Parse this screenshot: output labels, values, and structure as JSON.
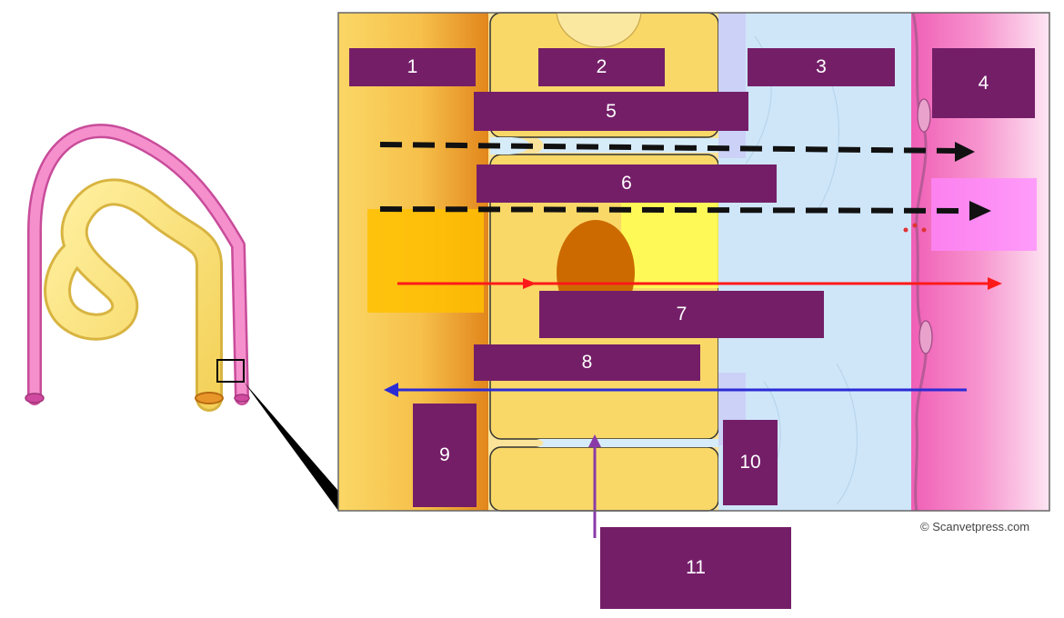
{
  "labels": {
    "l1": "1",
    "l2": "2",
    "l3": "3",
    "l4": "4",
    "l5": "5",
    "l6": "6",
    "l7": "7",
    "l8": "8",
    "l9": "9",
    "l10": "10",
    "l11": "11"
  },
  "copyright": "© Scanvetpress.com",
  "colors": {
    "label_box": "#741e68",
    "lumen_yellow": "#f7c84a",
    "interstitium_blue": "#cfe6f9",
    "capillary_pink": "#f07ac4",
    "red_arrow": "#ff0000",
    "blue_arrow": "#2b2bd6",
    "purple_arrow": "#8a3aa8"
  }
}
